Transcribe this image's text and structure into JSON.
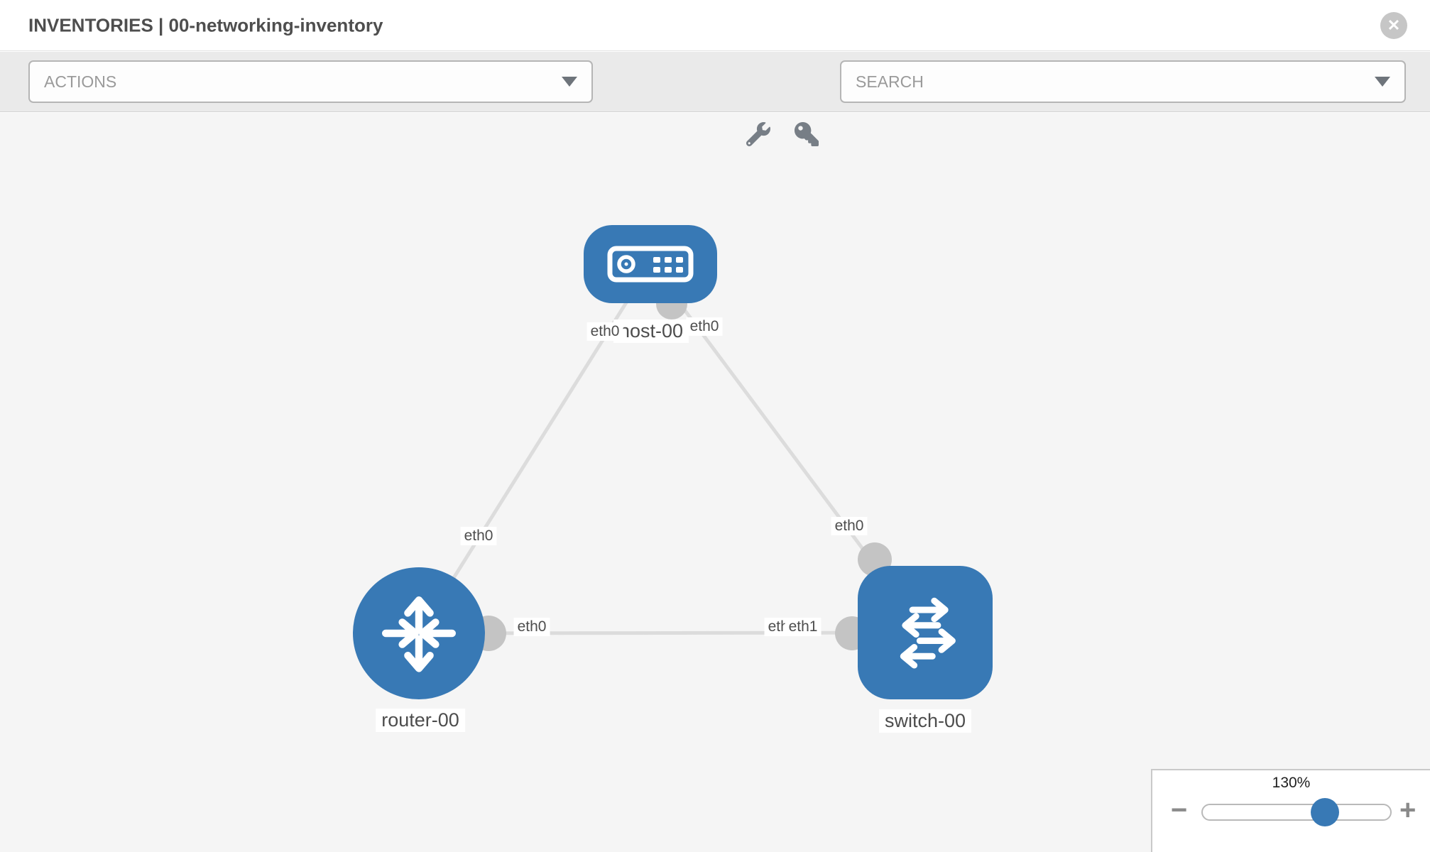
{
  "header": {
    "title": "INVENTORIES | 00-networking-inventory",
    "close_glyph": "✕"
  },
  "toolbar": {
    "actions_dropdown": {
      "label": "ACTIONS",
      "state": "collapsed"
    },
    "search_dropdown": {
      "label": "SEARCH",
      "state": "collapsed"
    },
    "icons": [
      {
        "name": "wrench-icon"
      },
      {
        "name": "key-icon"
      }
    ]
  },
  "topology": {
    "nodes": [
      {
        "id": "host-00",
        "type": "host",
        "label": "host-00",
        "icon": "server-icon"
      },
      {
        "id": "router-00",
        "type": "router",
        "label": "router-00",
        "icon": "router-arrows-icon"
      },
      {
        "id": "switch-00",
        "type": "switch",
        "label": "switch-00",
        "icon": "switch-arrows-icon"
      }
    ],
    "links": [
      {
        "from": "host-00",
        "to": "router-00"
      },
      {
        "from": "host-00",
        "to": "switch-00"
      },
      {
        "from": "router-00",
        "to": "switch-00"
      }
    ],
    "interfaces": [
      {
        "id": "host-left",
        "text": "eth0"
      },
      {
        "id": "host-right",
        "text": "eth0"
      },
      {
        "id": "router-top",
        "text": "eth0"
      },
      {
        "id": "switch-top",
        "text": "eth0"
      },
      {
        "id": "mid-router-end",
        "text": "eth0"
      },
      {
        "id": "mid-switch-under",
        "text": "eth0"
      },
      {
        "id": "mid-switch-over",
        "text": "eth1"
      }
    ]
  },
  "zoom_control": {
    "value": "130%",
    "minus_glyph": "−",
    "plus_glyph": "+"
  },
  "colors": {
    "node_blue": "#3879b5",
    "link_gray": "#dcdcdc",
    "dot_gray": "#c4c4c4",
    "canvas_bg": "#f5f5f5",
    "toolbar_bg": "#eaeaea"
  }
}
